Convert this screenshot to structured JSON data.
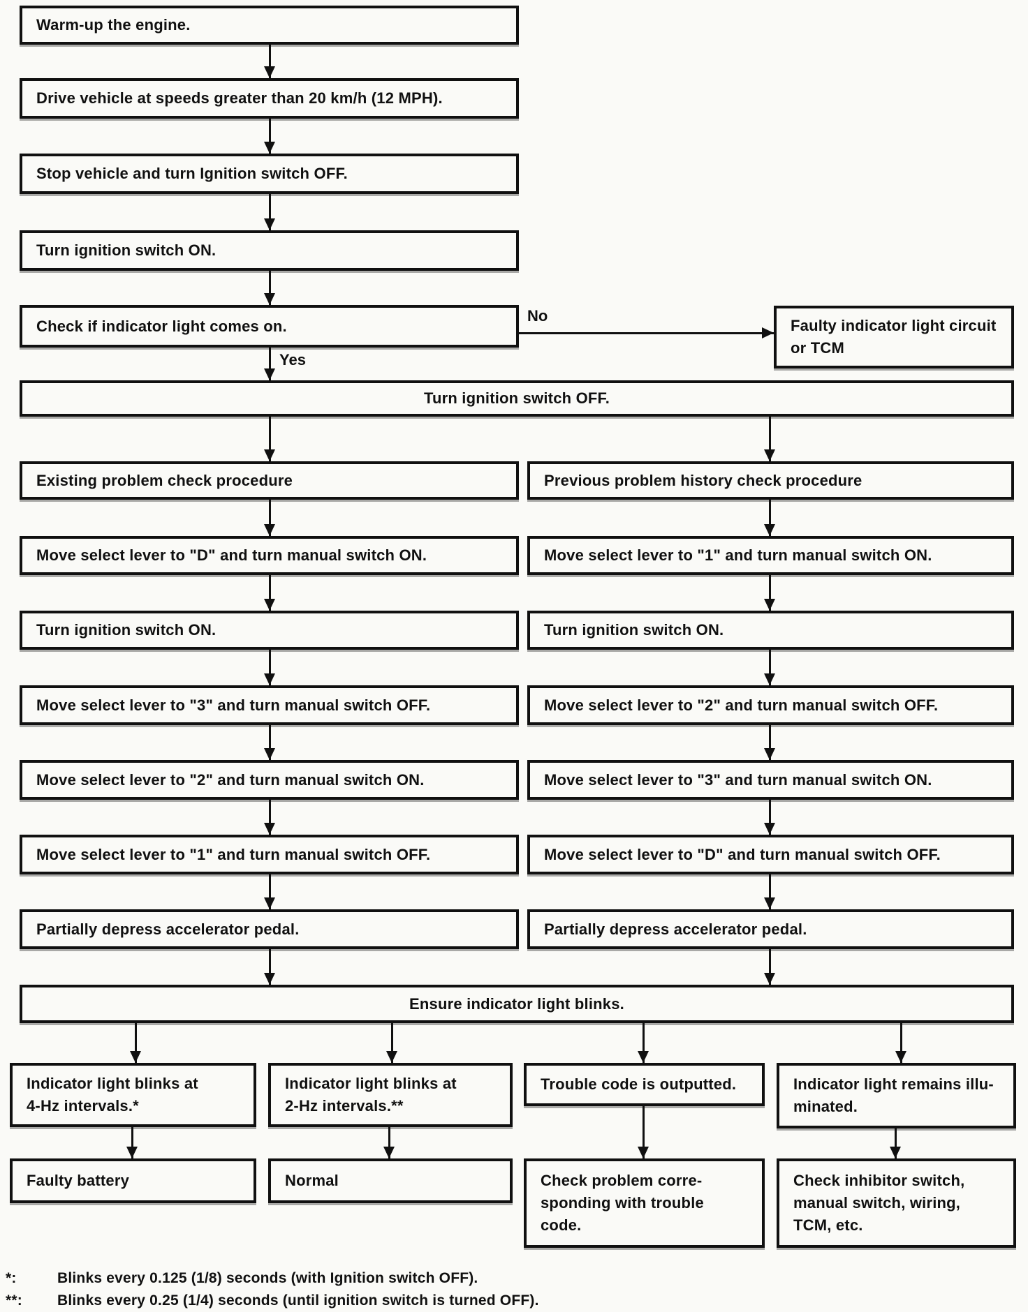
{
  "page": {
    "paper_color": "#fafaf7",
    "ink_color": "#101010"
  },
  "diagram": {
    "top_column": [
      "Warm-up the engine.",
      "Drive vehicle at speeds greater than 20 km/h (12 MPH).",
      "Stop vehicle and turn Ignition switch OFF.",
      "Turn ignition switch ON.",
      "Check if indicator light comes on."
    ],
    "no_label": "No",
    "yes_label": "Yes",
    "no_result": [
      "Faulty indicator light circuit",
      "or TCM"
    ],
    "ignition_off_label": "Turn ignition switch OFF.",
    "left_column": [
      "Existing problem check procedure",
      "Move select lever to \"D\" and turn manual switch ON.",
      "Turn ignition switch ON.",
      "Move select lever to \"3\" and turn manual switch OFF.",
      "Move select lever to \"2\" and turn manual switch ON.",
      "Move select lever to \"1\" and turn manual switch OFF.",
      "Partially depress accelerator pedal."
    ],
    "right_column": [
      "Previous problem history check procedure",
      "Move select lever to \"1\" and turn manual switch ON.",
      "Turn ignition switch ON.",
      "Move select lever to \"2\" and turn manual switch OFF.",
      "Move select lever to \"3\" and turn manual switch ON.",
      "Move select lever to \"D\" and turn manual switch OFF.",
      "Partially depress accelerator pedal."
    ],
    "ensure_label": "Ensure indicator light blinks.",
    "outcomes": [
      [
        "Indicator light blinks at",
        "4-Hz intervals.*"
      ],
      [
        "Indicator light blinks at",
        "2-Hz intervals.**"
      ],
      [
        "Trouble code is outputted."
      ],
      [
        "Indicator light remains illu-",
        "minated."
      ]
    ],
    "results": [
      [
        "Faulty battery"
      ],
      [
        "Normal"
      ],
      [
        "Check problem corre-",
        "sponding with trouble",
        "code."
      ],
      [
        "Check inhibitor switch,",
        "manual switch, wiring,",
        "TCM, etc."
      ]
    ],
    "footnotes": [
      {
        "marker": "*:",
        "text": "Blinks every 0.125 (1/8) seconds (with Ignition switch OFF)."
      },
      {
        "marker": "**:",
        "text": "Blinks every 0.25 (1/4) seconds (until ignition switch is turned OFF)."
      }
    ]
  }
}
